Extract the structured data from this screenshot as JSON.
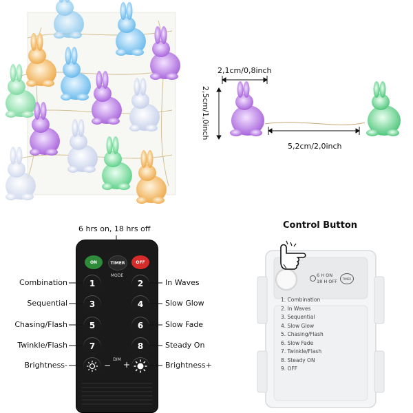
{
  "dimensions": {
    "width_label": "2,1cm/0,8inch",
    "height_label": "2,5cm/1,0inch",
    "spacing_label": "5,2cm/2,0inch"
  },
  "remote": {
    "timer_caption": "6 hrs on, 18 hrs off",
    "on_label": "ON",
    "timer_label": "TIMER",
    "off_label": "OFF",
    "mode_label": "MODE",
    "dim_label": "DIM",
    "minus_sign": "−",
    "plus_sign": "+",
    "buttons": [
      "1",
      "2",
      "3",
      "4",
      "5",
      "6",
      "7",
      "8"
    ],
    "modes": {
      "b1": "Combination",
      "b2": "In Waves",
      "b3": "Sequential",
      "b4": "Slow Glow",
      "b5": "Chasing/Flash",
      "b6": "Slow Fade",
      "b7": "Twinkle/Flash",
      "b8": "Steady On",
      "dim_minus": "Brightness-",
      "dim_plus": "Brightness+"
    },
    "colors": {
      "on": "#2e8b3a",
      "off": "#d62b2b",
      "body": "#1a1a1a"
    }
  },
  "box": {
    "title": "Control Button",
    "timer_on": "6 H  ON",
    "timer_off": "18 H  OFF",
    "timer_badge": "TIMER",
    "modes": [
      "1. Combination",
      "2. In Waves",
      "3. Sequential",
      "4. Slow Glow",
      "5. Chasing/Flash",
      "6. Slow Fade",
      "7. Twinkle/Flash",
      "8. Steady ON",
      "9. OFF"
    ]
  },
  "bunny_colors": [
    "#7ec8f0",
    "#c58be8",
    "#f2c27a",
    "#8fe0a8",
    "#dfe6f5"
  ]
}
